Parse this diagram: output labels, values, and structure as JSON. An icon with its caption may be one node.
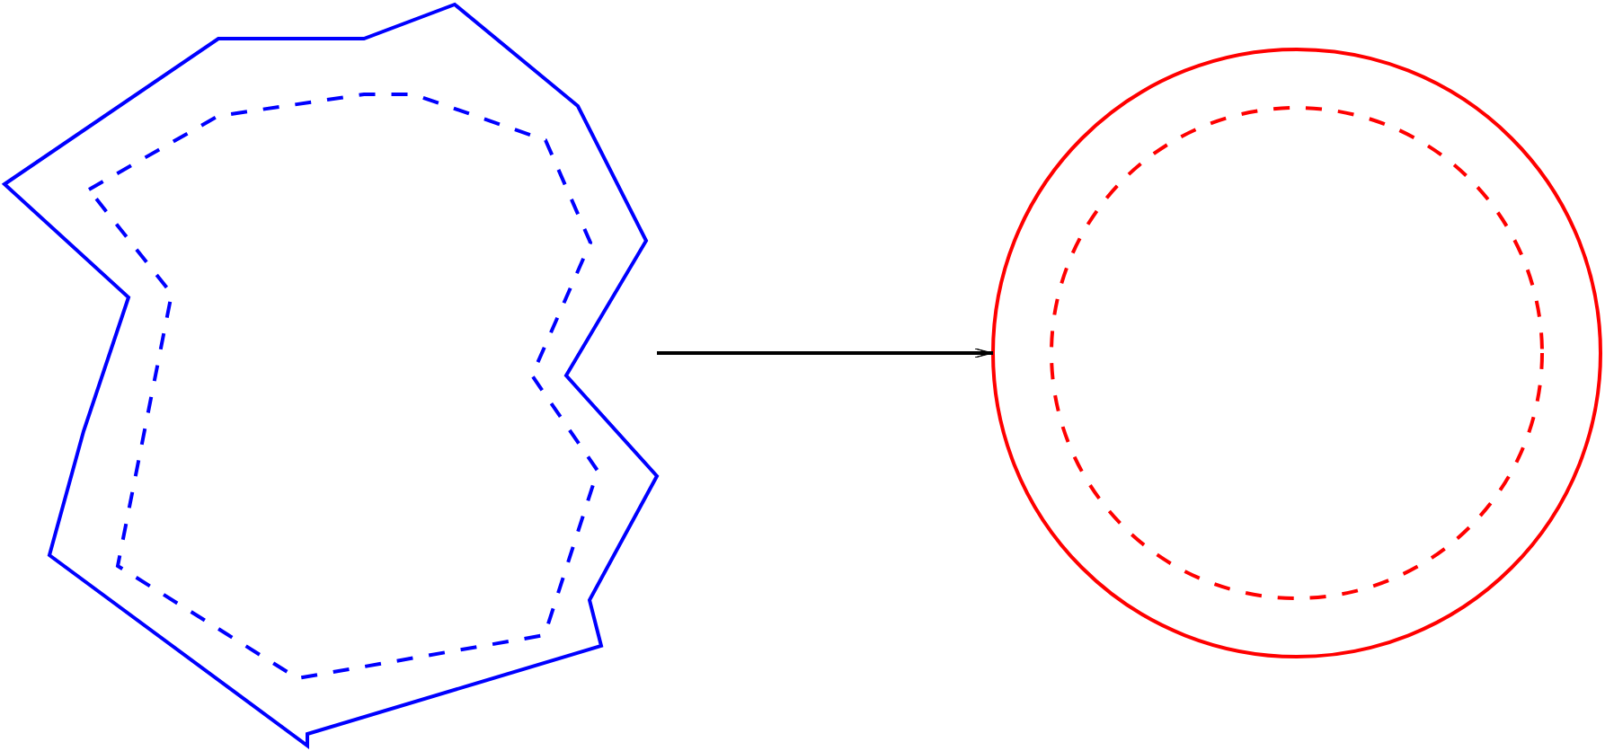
{
  "diagram": {
    "nodes": [
      {
        "text": [],
        "shape": "polygon"
      },
      {
        "text": [],
        "shape": "polygon",
        "in": 0
      },
      {
        "text": [],
        "shape": "circle"
      },
      {
        "text": [],
        "shape": "circle",
        "in": 2
      }
    ],
    "edges": [
      {
        "from": 0,
        "to": 2,
        "arrow": "to"
      }
    ]
  }
}
